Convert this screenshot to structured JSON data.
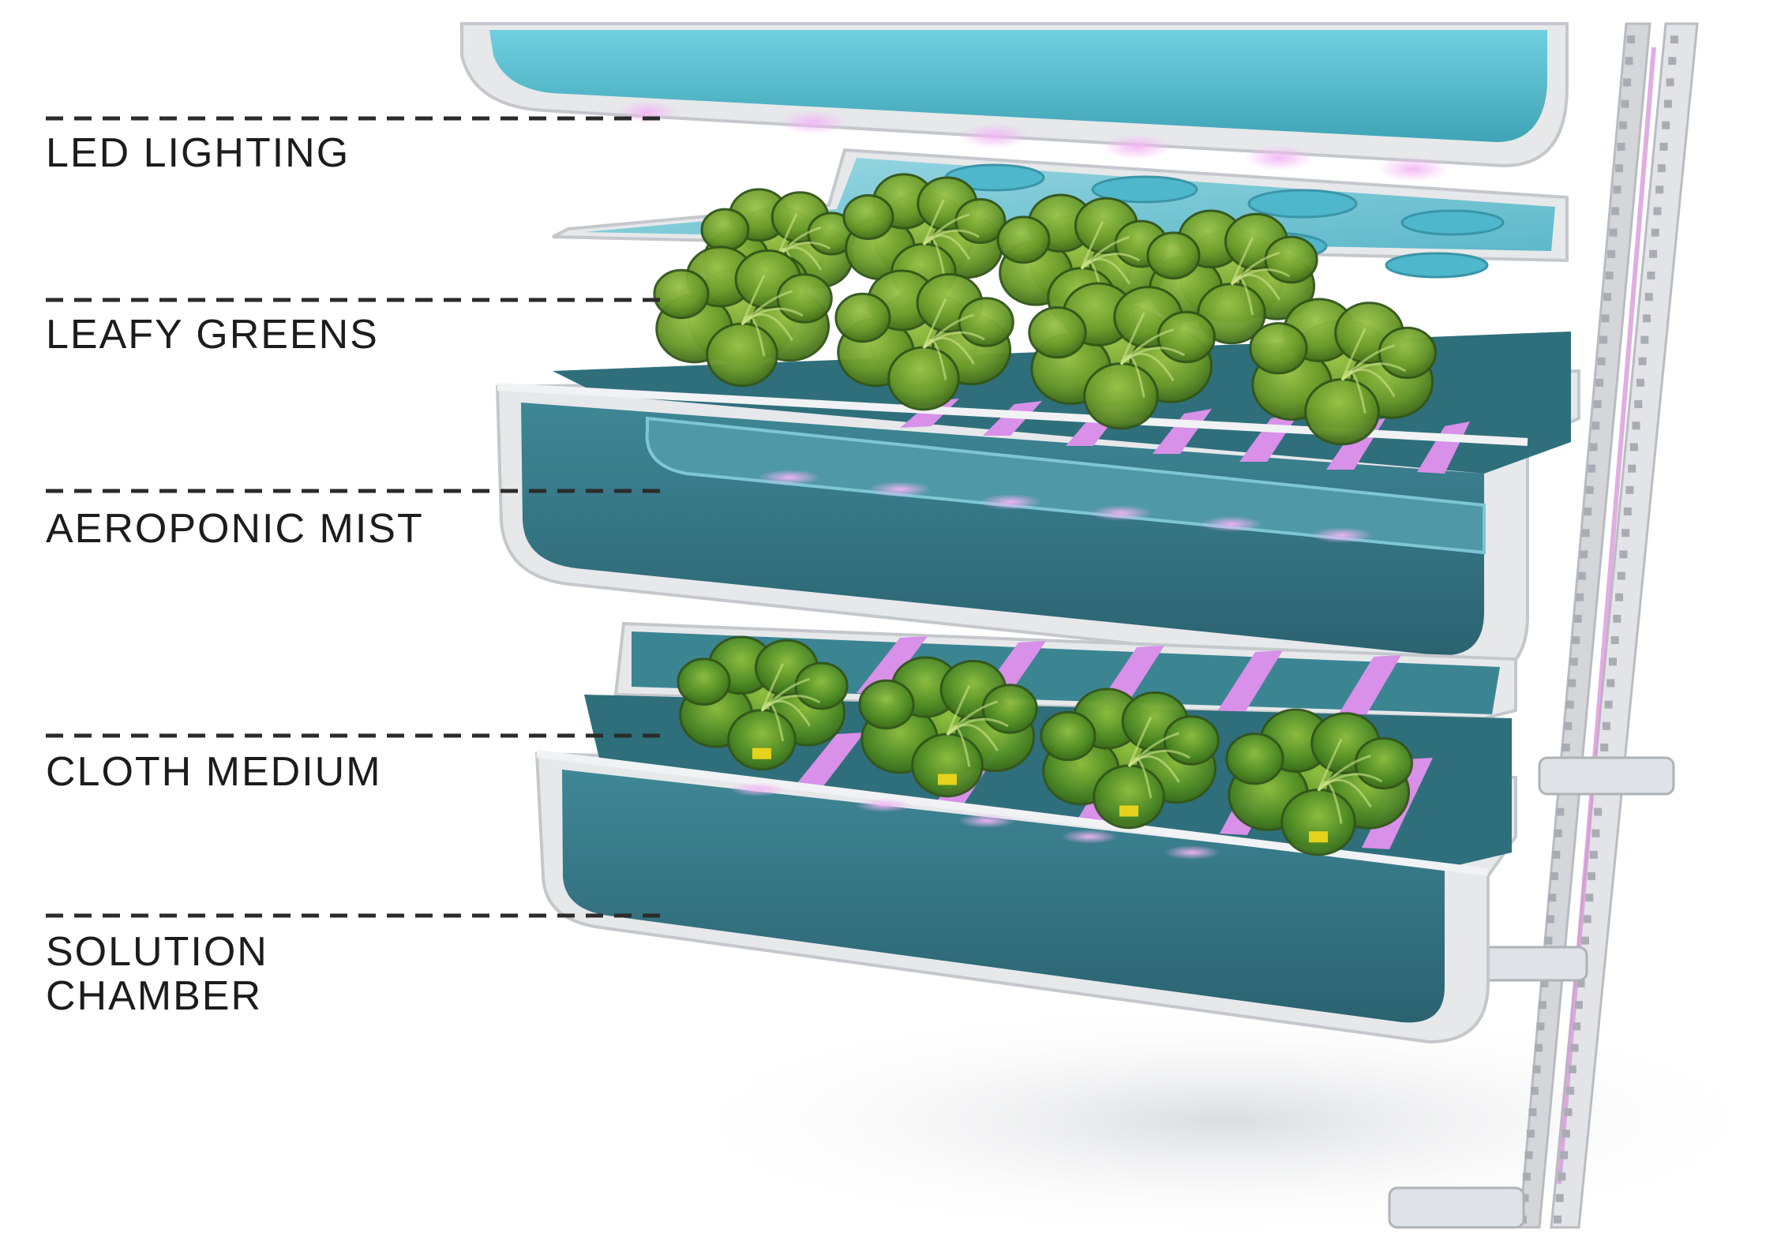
{
  "callouts": [
    {
      "id": "led-lighting",
      "lines": [
        "LED LIGHTING"
      ]
    },
    {
      "id": "leafy-greens",
      "lines": [
        "LEAFY GREENS"
      ]
    },
    {
      "id": "aeroponic-mist",
      "lines": [
        "AEROPONIC MIST"
      ]
    },
    {
      "id": "cloth-medium",
      "lines": [
        "CLOTH MEDIUM"
      ]
    },
    {
      "id": "solution-chamber",
      "lines": [
        "SOLUTION",
        "CHAMBER"
      ]
    }
  ],
  "colors": {
    "tray_shell": "#e6e8ea",
    "tray_shell_edge": "#c4c8cc",
    "tray_interior": "#3b7d8c",
    "tray_interior_dark": "#2a5f6d",
    "light_panel": "#5bbfd1",
    "grow_light_pink": "#d88be6",
    "leaf_green": "#6f9a2c",
    "leaf_dark": "#3f6a1a",
    "frame_metal": "#cfd2d6",
    "text": "#1c1c1c"
  }
}
